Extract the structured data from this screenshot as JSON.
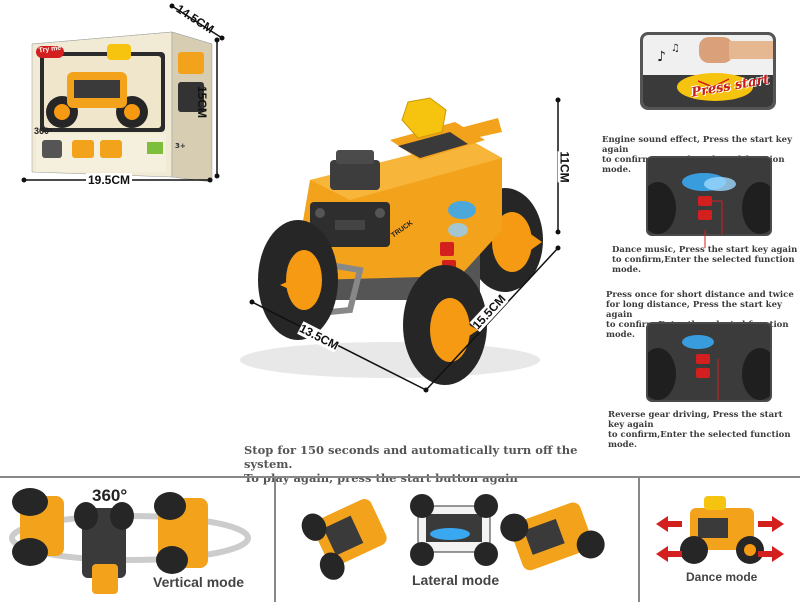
{
  "package": {
    "dim_depth": "14.5CM",
    "dim_height": "15CM",
    "dim_width": "19.5CM",
    "try_me": "Try me",
    "rotate_label": "360°",
    "age": "3+"
  },
  "truck": {
    "dim_height": "11CM",
    "dim_length": "15.5CM",
    "dim_width": "13.5CM",
    "side_text": "TRUCK"
  },
  "press_start": {
    "label": "Press start"
  },
  "notes": {
    "engine": [
      "Engine sound effect, Press the start key again",
      "to confirm,Enter the selected function mode."
    ],
    "dance": [
      "Dance music, Press the start key again",
      "to confirm,Enter the selected function mode."
    ],
    "distance": [
      "Press once for short distance and twice",
      "for long distance, Press the start key again",
      "to confirm,Enter the selected function mode."
    ],
    "reverse": [
      "Reverse gear driving, Press the start key again",
      "to confirm,Enter the selected function mode."
    ]
  },
  "auto_off": {
    "line1": "Stop for 150 seconds and automatically turn off the system.",
    "line2": "To play again, press the start button again"
  },
  "modes": {
    "vertical": {
      "badge": "360°",
      "label": "Vertical mode"
    },
    "lateral": {
      "label": "Lateral mode"
    },
    "dance": {
      "label": "Dance mode"
    }
  },
  "colors": {
    "body_orange": "#f3a21c",
    "rim_orange": "#f59a12",
    "tire_black": "#262626",
    "press_red": "#d41f1f",
    "led_blue": "#3aa8f0"
  }
}
